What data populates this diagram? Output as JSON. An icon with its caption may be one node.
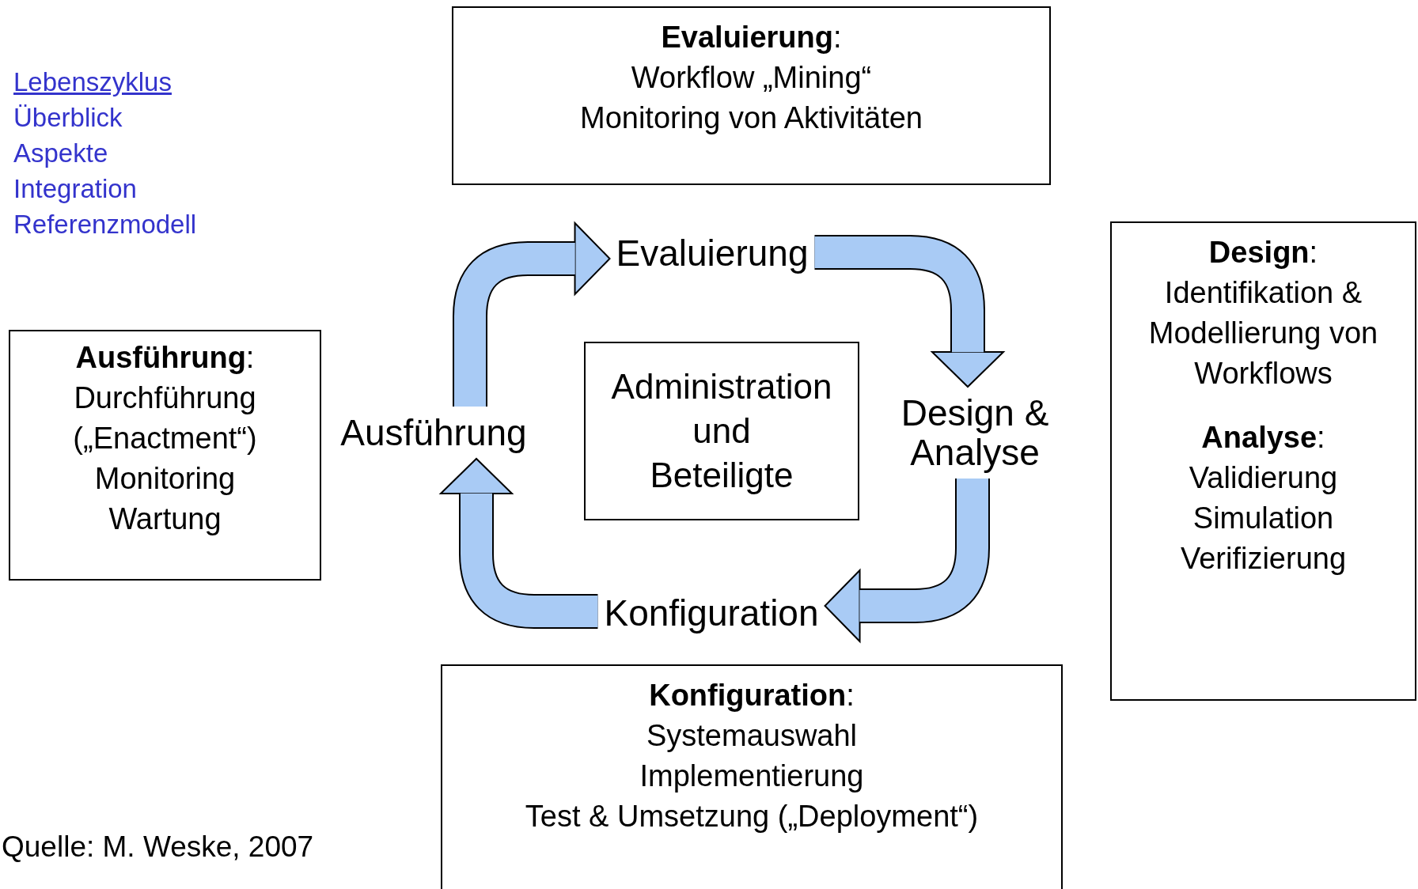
{
  "diagram": {
    "caption": "Quelle: M. Weske, 2007",
    "nodes": [
      {
        "text": [
          "**Evaluierung**:",
          "Workflow „Mining“",
          "Monitoring von Aktivitäten"
        ]
      },
      {
        "text": [
          "Evaluierung"
        ]
      },
      {
        "text": [
          "**Design**:",
          "Identifikation & Modellierung von Workflows",
          "**Analyse**:",
          "Validierung",
          "Simulation",
          "Verifizierung"
        ]
      },
      {
        "text": [
          "**Ausführung**:",
          "Durchführung („Enactment“)",
          "Monitoring",
          "Wartung"
        ]
      },
      {
        "text": [
          "Ausführung"
        ]
      },
      {
        "text": [
          "Administration",
          "und",
          "Beteiligte"
        ]
      },
      {
        "text": [
          "Design & Analyse"
        ]
      },
      {
        "text": [
          "Konfiguration"
        ]
      },
      {
        "text": [
          "**Konfiguration**:",
          "Systemauswahl",
          "Implementierung",
          "Test & Umsetzung („Deployment“)"
        ]
      }
    ],
    "edges": [
      {
        "from": 4,
        "to": 1,
        "arrow": "to"
      },
      {
        "from": 1,
        "to": 6,
        "arrow": "to"
      },
      {
        "from": 6,
        "to": 7,
        "arrow": "to"
      },
      {
        "from": 7,
        "to": 4,
        "arrow": "to"
      }
    ],
    "labels": [
      "Lebenszyklus",
      "Überblick",
      "Aspekte",
      "Integration",
      "Referenzmodell"
    ]
  }
}
